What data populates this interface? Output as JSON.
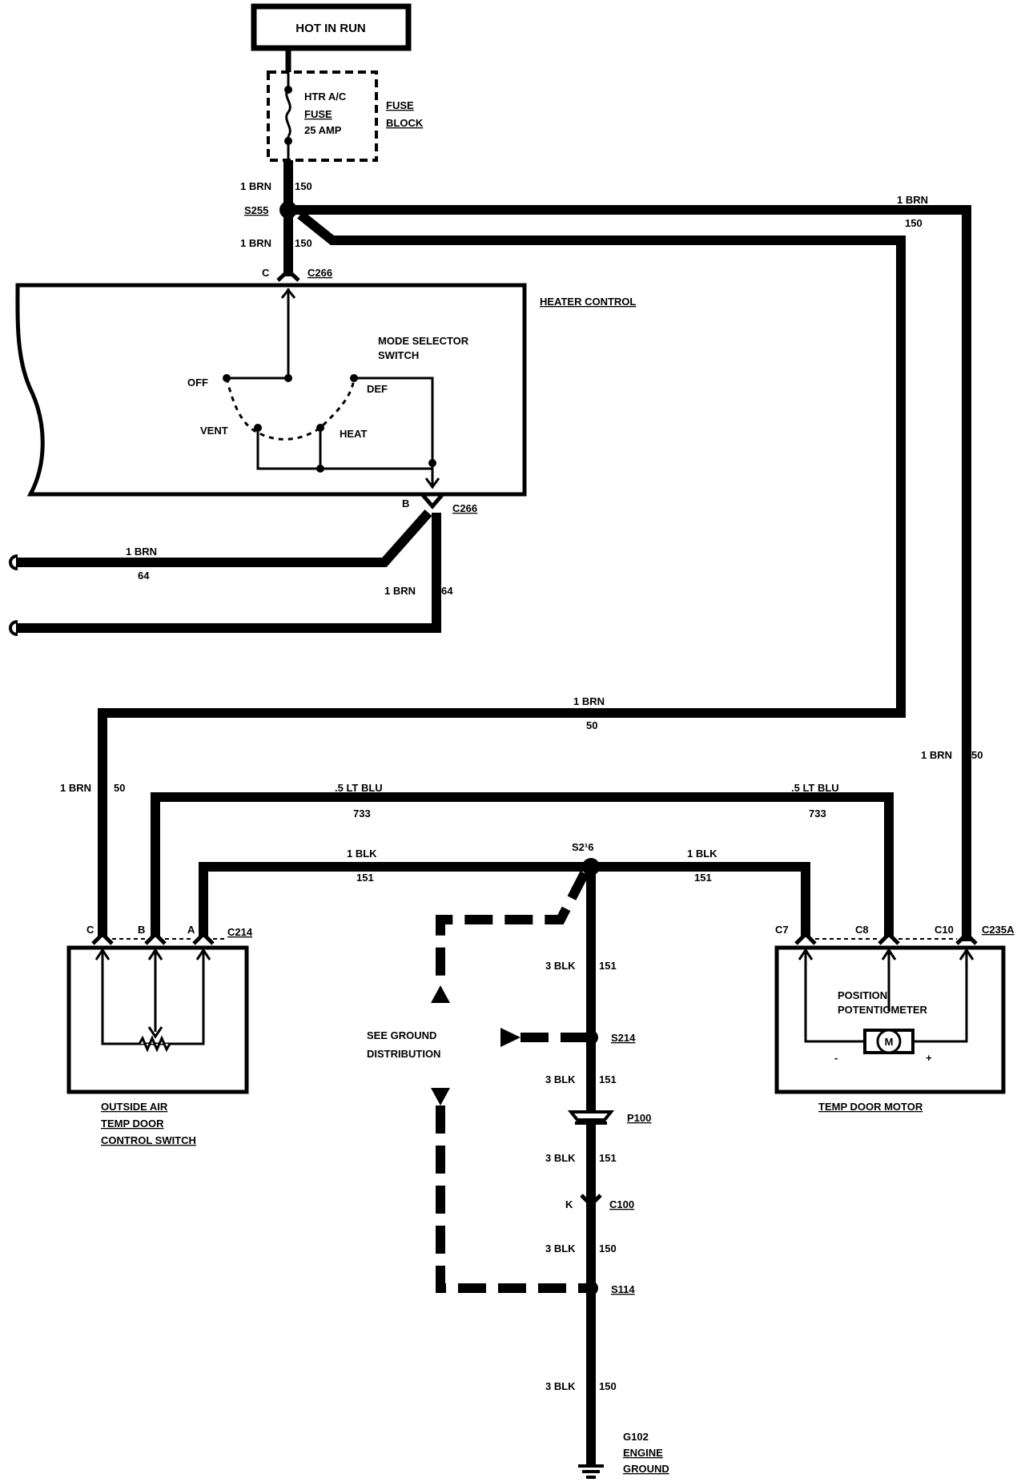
{
  "power": {
    "hot_label": "HOT IN RUN"
  },
  "fuse": {
    "line1": "HTR A/C",
    "line2": "FUSE",
    "line3": "25 AMP",
    "block1": "FUSE",
    "block2": "BLOCK"
  },
  "wires": {
    "w1": "1 BRN",
    "w1n": "150",
    "s255": "S255",
    "w2": "1 BRN",
    "w2n": "150",
    "c266_top_pin": "C",
    "c266_top": "C266",
    "right_brn": "1 BRN",
    "right_brn_n": "150",
    "b_pin": "B",
    "c266_b": "C266",
    "brn64_a": "1 BRN",
    "brn64_a_n": "64",
    "brn64_b": "1 BRN",
    "brn64_b_n": "64",
    "mid_brn": "1 BRN",
    "mid_brn_n": "50",
    "left_brn": "1 BRN",
    "left_brn_n": "50",
    "right_v_brn": "1 BRN",
    "right_v_brn_n": "50",
    "ltblu_l": ".5 LT BLU",
    "ltblu_l_n": "733",
    "ltblu_r": ".5 LT BLU",
    "ltblu_r_n": "733",
    "blk_l": "1 BLK",
    "blk_l_n": "151",
    "blk_r": "1 BLK",
    "blk_r_n": "151",
    "s216": "S2¹6",
    "g1": "3 BLK",
    "g1n": "151",
    "s214": "S214",
    "g2": "3 BLK",
    "g2n": "151",
    "p100": "P100",
    "g3": "3 BLK",
    "g3n": "151",
    "k_pin": "K",
    "c100": "C100",
    "g4": "3 BLK",
    "g4n": "150",
    "s114": "S114",
    "g5": "3 BLK",
    "g5n": "150"
  },
  "heater_control": {
    "title": "HEATER CONTROL",
    "switch1": "MODE SELECTOR",
    "switch2": "SWITCH",
    "off": "OFF",
    "def": "DEF",
    "vent": "VENT",
    "heat": "HEAT"
  },
  "oat_switch": {
    "pin_c": "C",
    "pin_b": "B",
    "pin_a": "A",
    "conn": "C214",
    "name1": "OUTSIDE AIR",
    "name2": "TEMP DOOR",
    "name3": "CONTROL SWITCH"
  },
  "temp_motor": {
    "pin_c7": "C7",
    "pin_c8": "C8",
    "pin_c10": "C10",
    "conn": "C235A",
    "pot1": "POSITION",
    "pot2": "POTENTIOMETER",
    "motor": "M",
    "minus": "-",
    "plus": "+",
    "name": "TEMP DOOR MOTOR"
  },
  "ground": {
    "see1": "SEE GROUND",
    "see2": "DISTRIBUTION",
    "g102": "G102",
    "eng": "ENGINE",
    "gnd": "GROUND"
  }
}
